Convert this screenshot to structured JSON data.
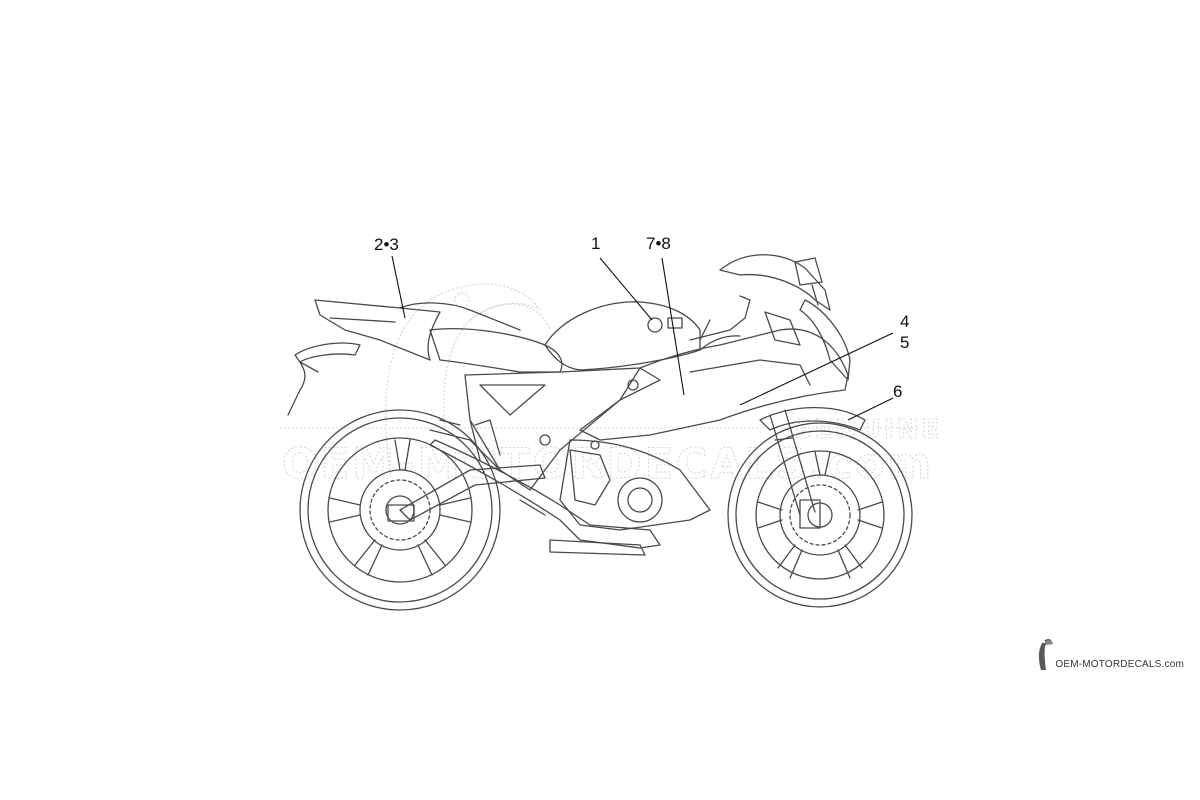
{
  "callouts": [
    {
      "id": "c23",
      "label": "2•3"
    },
    {
      "id": "c1",
      "label": "1"
    },
    {
      "id": "c78",
      "label": "7•8"
    },
    {
      "id": "c4",
      "label": "4"
    },
    {
      "id": "c5",
      "label": "5"
    },
    {
      "id": "c6",
      "label": "6"
    }
  ],
  "watermark": {
    "text": "OEM-MOTORDECALS.com",
    "tag": "GENUINE"
  },
  "logo": {
    "text": "OEM-MOTORDECALS.com",
    "icon": "toucan-icon"
  },
  "colors": {
    "line": "#4a4a4a",
    "watermark": "#d4d4d4",
    "text": "#111111"
  }
}
